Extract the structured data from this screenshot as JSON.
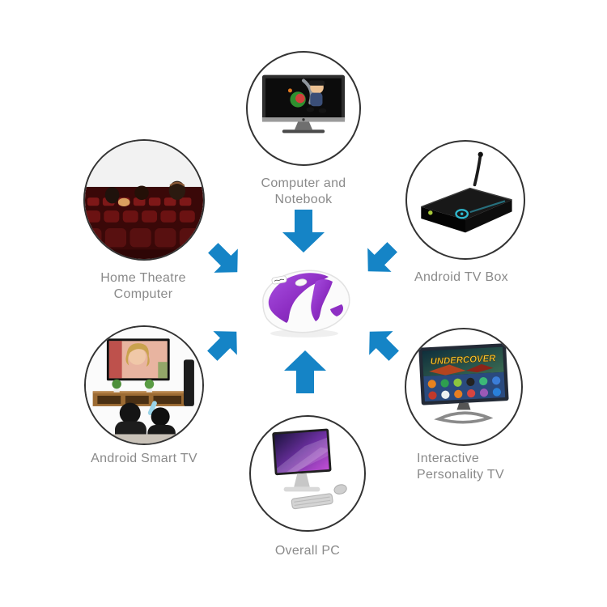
{
  "colors": {
    "background": "#ffffff",
    "arrow_blue": "#1584c6",
    "circle_border": "#333333",
    "label_gray": "#8a8a8a",
    "device_purple": "#8e2fc4",
    "device_purple_light": "#a950e2",
    "device_purple_dark": "#6f1da3",
    "device_body_white": "#fbfbfb"
  },
  "nodes": {
    "top": {
      "id": "computer-and-notebook",
      "label_line1": "Computer and",
      "label_line2": "Notebook"
    },
    "top_right": {
      "id": "android-tv-box",
      "label_line1": "Android TV Box"
    },
    "top_left": {
      "id": "home-theatre-computer",
      "label_line1": "Home Theatre",
      "label_line2": "Computer"
    },
    "bottom_left": {
      "id": "android-smart-tv",
      "label_line1": "Android Smart TV"
    },
    "bottom": {
      "id": "overall-pc",
      "label_line1": "Overall PC"
    },
    "bottom_right": {
      "id": "interactive-personality-tv",
      "label_line1": "Interactive",
      "label_line2": "Personality TV"
    }
  },
  "interactive_tv_screen": {
    "game_title": "UNDERCOVER",
    "app_icon_colors_row1": [
      "#e8821e",
      "#2e9e4f",
      "#8bc53f",
      "#222222",
      "#3cb878",
      "#3b7dd8"
    ],
    "app_icon_colors_row2": [
      "#c0392b",
      "#ecf0f1",
      "#e67e22",
      "#d64541",
      "#9b59b6",
      "#2980d9"
    ]
  }
}
